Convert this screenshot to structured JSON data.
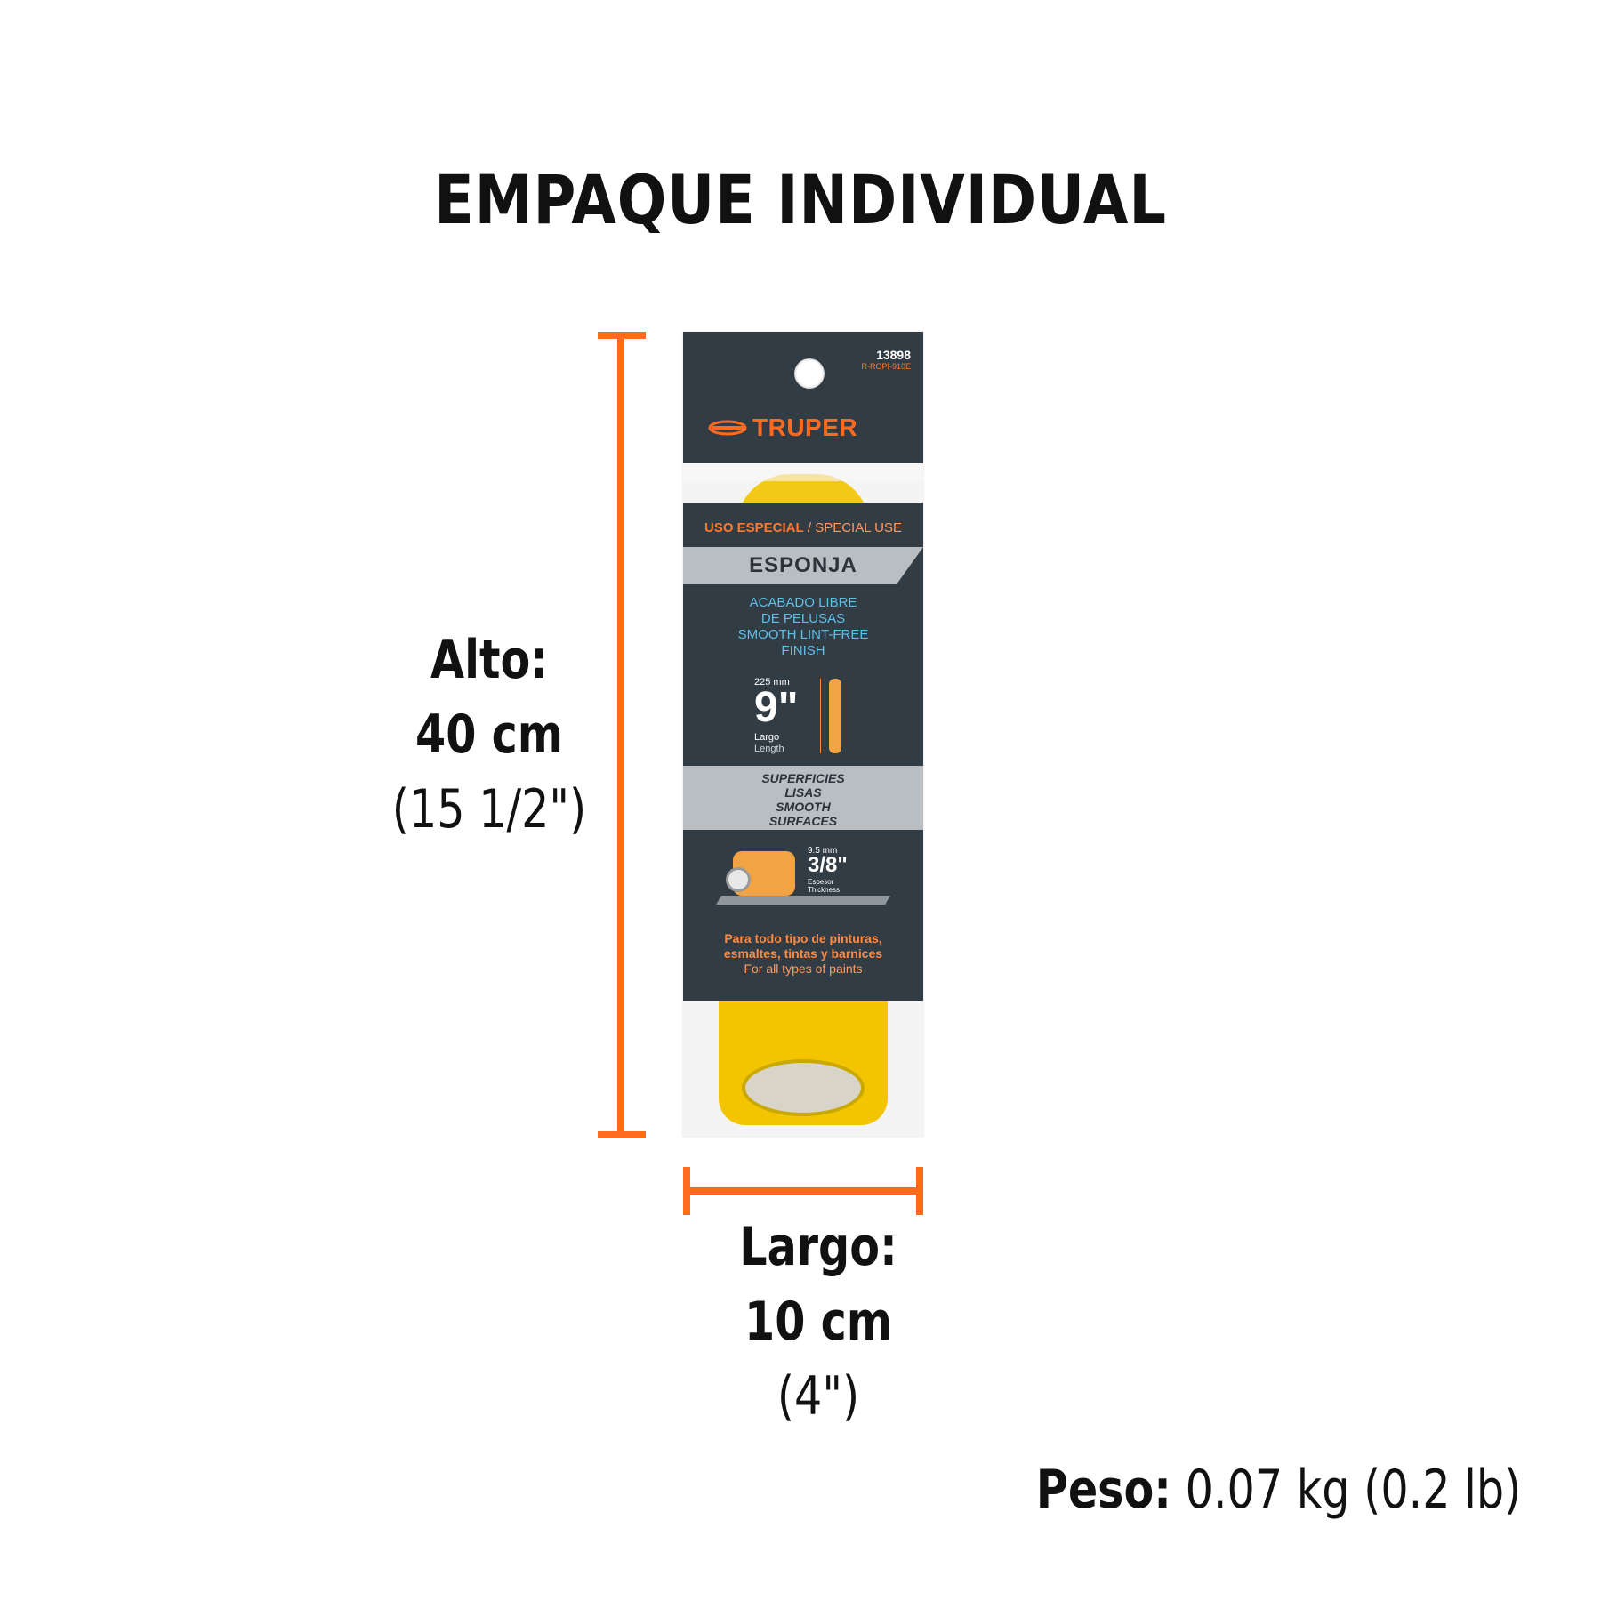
{
  "title": "EMPAQUE INDIVIDUAL",
  "alto": {
    "label": "Alto:",
    "metric": "40 cm",
    "imperial": "(15 1/2\")"
  },
  "largo": {
    "label": "Largo:",
    "metric": "10 cm",
    "imperial": "(4\")"
  },
  "peso": {
    "label": "Peso:",
    "value": "0.07 kg (0.2 lb)"
  },
  "package": {
    "code": "13898",
    "sku": "R-ROPI-910E",
    "brand": "TRUPER",
    "use_es": "USO ESPECIAL",
    "use_sep": " / ",
    "use_en": "SPECIAL USE",
    "material": "ESPONJA",
    "finish": [
      "ACABADO LIBRE",
      "DE PELUSAS",
      "SMOOTH LINT-FREE",
      "FINISH"
    ],
    "length_mm": "225 mm",
    "length_in": "9\"",
    "length_label_es": "Largo",
    "length_label_en": "Length",
    "surfaces": [
      "SUPERFICIES",
      "LISAS",
      "SMOOTH",
      "SURFACES"
    ],
    "thickness_mm": "9.5 mm",
    "thickness_in": "3/8\"",
    "thickness_label_es": "Espesor",
    "thickness_label_en": "Thickness",
    "paints": [
      "Para todo tipo de pinturas,",
      "esmaltes, tintas y barnices",
      "For all types of paints"
    ]
  },
  "colors": {
    "accent": "#ff6a1f",
    "package_dark": "#323c45",
    "roller": "#f3c400",
    "text_blue": "#5cc0e8"
  }
}
